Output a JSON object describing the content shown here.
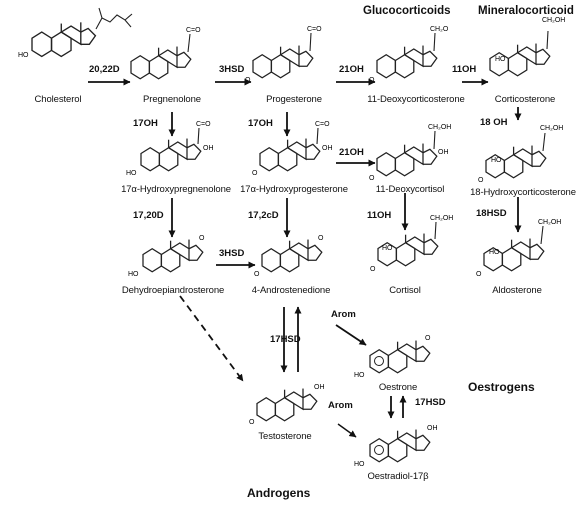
{
  "groups": {
    "glucocorticoids": "Glucocorticoids",
    "mineralocorticoid": "Mineralocorticoid",
    "oestrogens": "Oestrogens",
    "androgens": "Androgens"
  },
  "compounds": {
    "cholesterol": "Cholesterol",
    "pregnenolone": "Pregnenolone",
    "progesterone": "Progesterone",
    "deoxycorticosterone": "11-Deoxycorticosterone",
    "corticosterone": "Corticosterone",
    "hydroxypregnenolone": "17α-Hydroxypregnenolone",
    "hydroxyprogesterone": "17α-Hydroxyprogesterone",
    "deoxycortisol": "11-Deoxycortisol",
    "hydroxycorticosterone": "18-Hydroxycorticosterone",
    "dhea": "Dehydroepiandrosterone",
    "androstenedione": "4-Androstenedione",
    "cortisol": "Cortisol",
    "aldosterone": "Aldosterone",
    "oestrone": "Oestrone",
    "testosterone": "Testosterone",
    "oestradiol": "Oestradiol-17β"
  },
  "enzymes": {
    "chol_preg": "20,22D",
    "preg_prog": "3HSD",
    "prog_doc": "21OH",
    "doc_cort": "11OH",
    "preg_17": "17OH",
    "prog_17": "17OH",
    "ohp_dox": "21OH",
    "cort_18": "18 OH",
    "lyase_a": "17,20D",
    "lyase_b": "17,2cD",
    "dhea_andro": "3HSD",
    "dox_cortisol": "11OH",
    "hsd18": "18HSD",
    "arom_a": "Arom",
    "hsd17_a": "17HSD",
    "arom_b": "Arom",
    "hsd17_b": "17HSD"
  }
}
